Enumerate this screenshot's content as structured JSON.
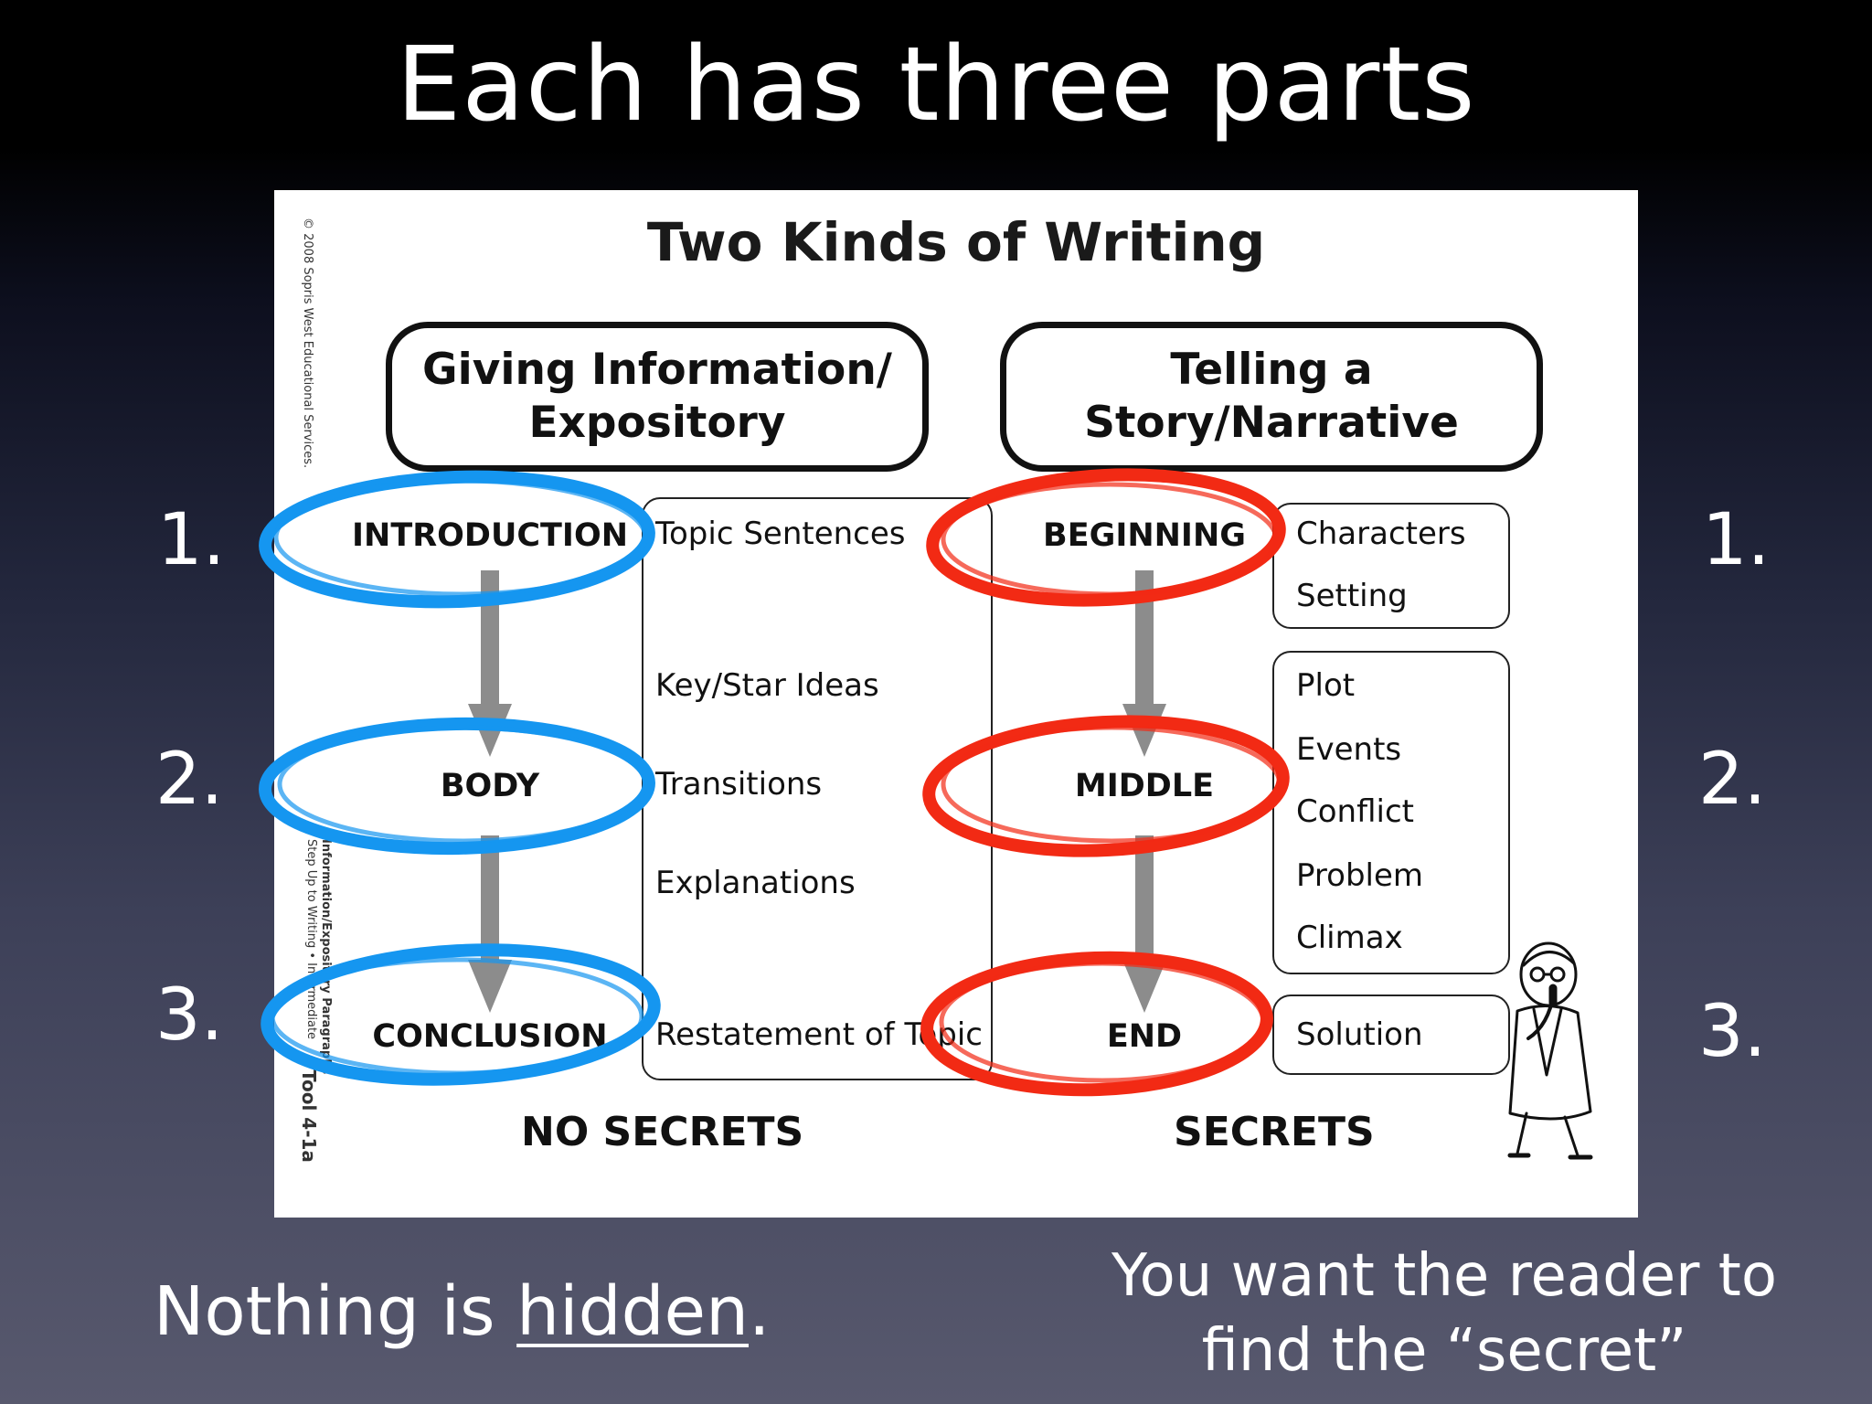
{
  "slide": {
    "title": "Each has three parts",
    "numbers_left": [
      "1.",
      "2.",
      "3."
    ],
    "numbers_right": [
      "1.",
      "2.",
      "3."
    ],
    "caption_left_prefix": "Nothing is ",
    "caption_left_underlined": "hidden",
    "caption_left_suffix": ".",
    "caption_right_line1": "You want the reader to",
    "caption_right_line2": "find the “secret”"
  },
  "document": {
    "title": "Two Kinds of Writing",
    "copyright": "© 2008 Sopris West Educational Services.",
    "spine_line1": "Information/Expository Paragraphs",
    "spine_line2": "Step Up to Writing • Intermediate",
    "tool_label": "Tool 4-1a",
    "left": {
      "header_line1": "Giving Information/",
      "header_line2": "Expository",
      "stages": [
        "INTRODUCTION",
        "BODY",
        "CONCLUSION"
      ],
      "items": [
        "Topic Sentences",
        "Key/Star Ideas",
        "Transitions",
        "Explanations",
        "Restatement of Topic"
      ],
      "footer": "NO SECRETS"
    },
    "right": {
      "header_line1": "Telling a",
      "header_line2": "Story/Narrative",
      "stages": [
        "BEGINNING",
        "MIDDLE",
        "END"
      ],
      "items_group1": [
        "Characters",
        "Setting"
      ],
      "items_group2": [
        "Plot",
        "Events",
        "Conflict",
        "Problem",
        "Climax"
      ],
      "items_group3": [
        "Solution"
      ],
      "footer": "SECRETS"
    }
  },
  "colors": {
    "left_circle": "#1596f0",
    "right_circle": "#f22a14",
    "arrow": "#8c8c8c"
  }
}
